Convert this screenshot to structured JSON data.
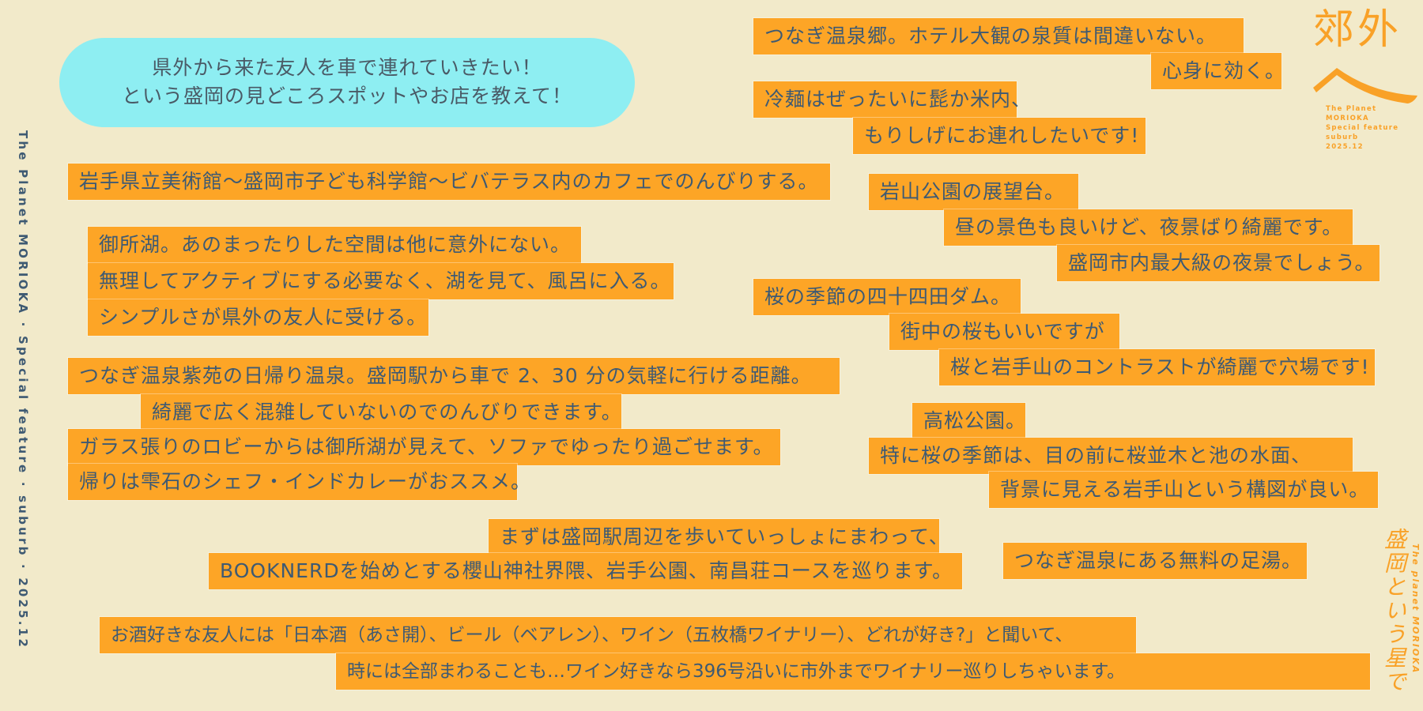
{
  "question": {
    "line1": "県外から来た友人を車で連れていきたい！",
    "line2": "という盛岡の見どころスポットやお店を教えて！"
  },
  "side_caption": "The Planet MORIOKA · Special feature · suburb · 2025.12",
  "logo": {
    "kanji": "郊外",
    "line1": "The Planet MORIOKA",
    "line2": "Special feature",
    "line3": "suburb",
    "line4": "2025.12"
  },
  "decor": {
    "handwritten": "盛岡という星で",
    "subtitle": "The planet MORIOKA"
  },
  "answers": [
    {
      "lines": [
        "つなぎ温泉郷。ホテル大観の泉質は間違いない。",
        "心身に効く。"
      ]
    },
    {
      "lines": [
        "冷麺はぜったいに髭か米内、",
        "もりしげにお連れしたいです!"
      ]
    },
    {
      "lines": [
        "岩手県立美術館〜盛岡市子ども科学館〜ビバテラス内のカフェでのんびりする。"
      ]
    },
    {
      "lines": [
        "岩山公園の展望台。",
        "昼の景色も良いけど、夜景ばり綺麗です。",
        "盛岡市内最大級の夜景でしょう。"
      ]
    },
    {
      "lines": [
        "御所湖。あのまったりした空間は他に意外にない。",
        "無理してアクティブにする必要なく、湖を見て、風呂に入る。",
        "シンプルさが県外の友人に受ける。"
      ]
    },
    {
      "lines": [
        "桜の季節の四十四田ダム。",
        "街中の桜もいいですが",
        "桜と岩手山のコントラストが綺麗で穴場です!"
      ]
    },
    {
      "lines": [
        "つなぎ温泉紫苑の日帰り温泉。盛岡駅から車で 2、30 分の気軽に行ける距離。",
        "綺麗で広く混雑していないのでのんびりできます。",
        "ガラス張りのロビーからは御所湖が見えて、ソファでゆったり過ごせます。",
        "帰りは雫石のシェフ・インドカレーがおススメ。"
      ]
    },
    {
      "lines": [
        "高松公園。",
        "特に桜の季節は、目の前に桜並木と池の水面、",
        "背景に見える岩手山という構図が良い。"
      ]
    },
    {
      "lines": [
        "まずは盛岡駅周辺を歩いていっしょにまわって、",
        "BOOKNERDを始めとする櫻山神社界隈、岩手公園、南昌荘コースを巡ります。"
      ]
    },
    {
      "lines": [
        "つなぎ温泉にある無料の足湯。"
      ]
    },
    {
      "lines": [
        "お酒好きな友人には「日本酒（あさ開）、ビール（ベアレン）、ワイン（五枚橋ワイナリー）、どれが好き?」と聞いて、",
        "時には全部まわることも…ワイン好きなら396号沿いに市外までワイナリー巡りしちゃいます。"
      ]
    }
  ],
  "colors": {
    "background": "#f2eaca",
    "highlight": "#fda526",
    "text": "#3e5a73",
    "bubble": "#8eeef2",
    "accent": "#f9a127"
  }
}
